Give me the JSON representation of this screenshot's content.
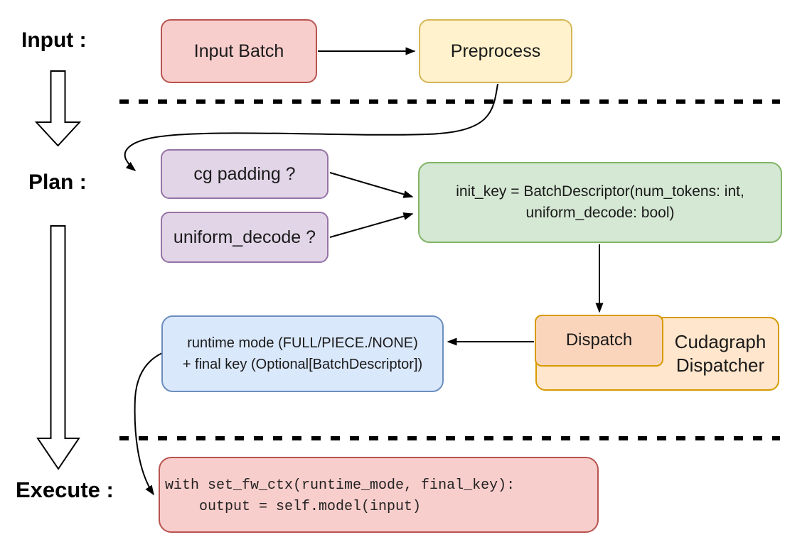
{
  "diagram": {
    "stages": {
      "input_label": "Input :",
      "plan_label": "Plan :",
      "execute_label": "Execute :"
    },
    "nodes": {
      "input_batch": {
        "label": "Input Batch"
      },
      "preprocess": {
        "label": "Preprocess"
      },
      "cg_padding": {
        "label": "cg padding ?"
      },
      "uniform_decode": {
        "label": "uniform_decode ?"
      },
      "init_key": {
        "line1": "init_key = BatchDescriptor(num_tokens: int,",
        "line2": "uniform_decode: bool)"
      },
      "dispatch": {
        "label": "Dispatch"
      },
      "cudagraph_dispatcher": {
        "line1": "Cudagraph",
        "line2": "Dispatcher"
      },
      "runtime_result": {
        "line1": "runtime mode (FULL/PIECE./NONE)",
        "line2": "+ final key (Optional[BatchDescriptor])"
      },
      "execute_code": {
        "line1": "with set_fw_ctx(runtime_mode, final_key):",
        "line2": "    output = self.model(input)"
      }
    },
    "colors": {
      "red_fill": "#f8cecc",
      "red_stroke": "#b85450",
      "yellow_fill": "#fff2cc",
      "yellow_stroke": "#d6b656",
      "purple_fill": "#e1d5e7",
      "purple_stroke": "#9673a6",
      "green_fill": "#d5e8d4",
      "green_stroke": "#82b366",
      "orange_fill": "#ffe6cc",
      "orange_stroke": "#d79b00",
      "dispatch_fill": "#fbd5bb",
      "blue_fill": "#dae8fc",
      "blue_stroke": "#6c8ebf",
      "line_color": "#000000"
    }
  }
}
